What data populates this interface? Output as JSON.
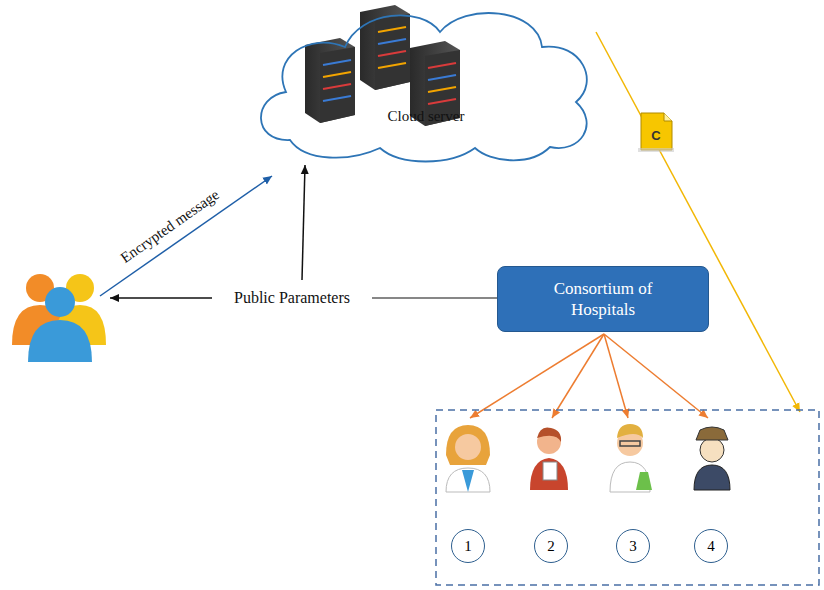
{
  "diagram": {
    "nodes": [
      {
        "text": [
          "Cloud server"
        ]
      },
      {
        "text": [
          "Consortium of Hospitals"
        ]
      },
      {
        "text": [
          "1"
        ]
      },
      {
        "text": [
          "2"
        ]
      },
      {
        "text": [
          "3"
        ]
      },
      {
        "text": [
          "4"
        ]
      }
    ],
    "labels": [
      "Encrypted message",
      "Public Parameters",
      "C"
    ]
  }
}
